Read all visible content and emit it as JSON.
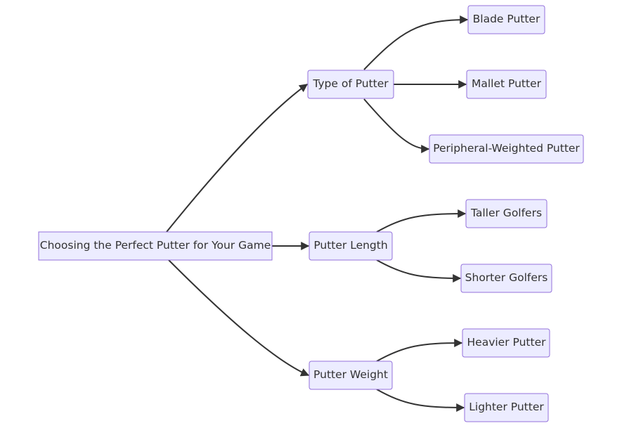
{
  "diagram": {
    "type": "flowchart",
    "direction": "left-to-right",
    "colors": {
      "node_fill": "#ECECFF",
      "node_border": "#9370DB",
      "text": "#333333",
      "edge": "#333333"
    },
    "nodes": {
      "root": "Choosing the Perfect Putter for Your Game",
      "type_of_putter": "Type of Putter",
      "putter_length": "Putter Length",
      "putter_weight": "Putter Weight",
      "blade_putter": "Blade Putter",
      "mallet_putter": "Mallet Putter",
      "peripheral_weighted_putter": "Peripheral-Weighted Putter",
      "taller_golfers": "Taller Golfers",
      "shorter_golfers": "Shorter Golfers",
      "heavier_putter": "Heavier Putter",
      "lighter_putter": "Lighter Putter"
    },
    "edges": [
      {
        "from": "root",
        "to": "type_of_putter"
      },
      {
        "from": "root",
        "to": "putter_length"
      },
      {
        "from": "root",
        "to": "putter_weight"
      },
      {
        "from": "type_of_putter",
        "to": "blade_putter"
      },
      {
        "from": "type_of_putter",
        "to": "mallet_putter"
      },
      {
        "from": "type_of_putter",
        "to": "peripheral_weighted_putter"
      },
      {
        "from": "putter_length",
        "to": "taller_golfers"
      },
      {
        "from": "putter_length",
        "to": "shorter_golfers"
      },
      {
        "from": "putter_weight",
        "to": "heavier_putter"
      },
      {
        "from": "putter_weight",
        "to": "lighter_putter"
      }
    ]
  }
}
